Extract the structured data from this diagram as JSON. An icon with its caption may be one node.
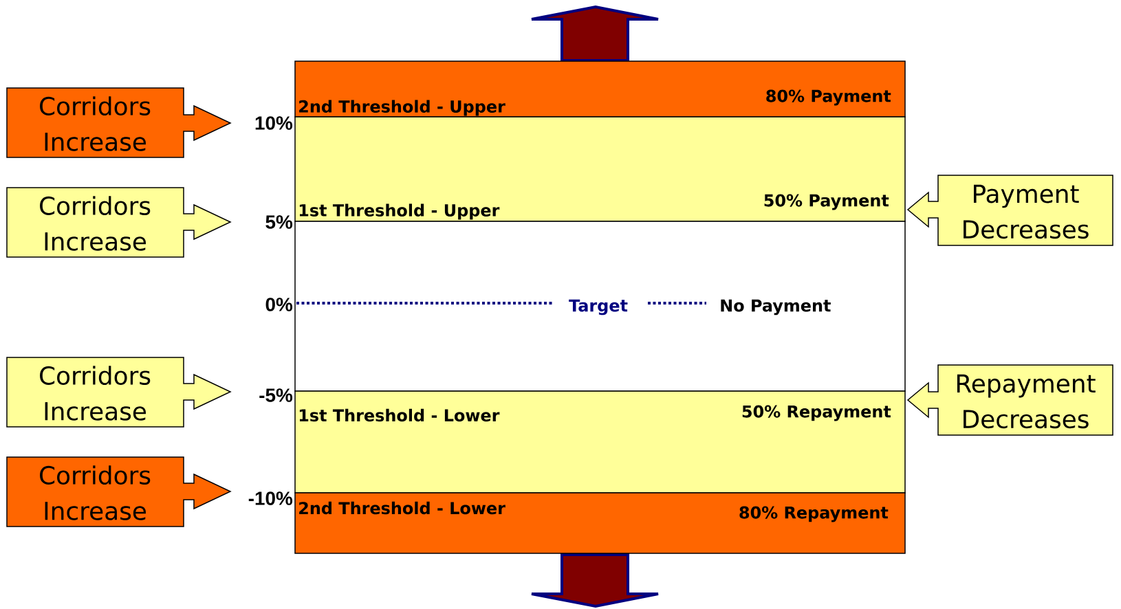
{
  "diagram": {
    "nodes": [
      {
        "text": [
          "2nd Threshold - Upper",
          "80% Payment"
        ]
      },
      {
        "text": [
          "1st Threshold - Upper",
          "50% Payment"
        ]
      },
      {
        "text": [
          "Target",
          "No Payment"
        ]
      },
      {
        "text": [
          "1st Threshold - Lower",
          "50% Repayment"
        ]
      },
      {
        "text": [
          "2nd Threshold - Lower",
          "80% Repayment"
        ]
      },
      {
        "text": [
          "Corridors Increase"
        ]
      },
      {
        "text": [
          "Corridors Increase"
        ]
      },
      {
        "text": [
          "Corridors Increase"
        ]
      },
      {
        "text": [
          "Corridors Increase"
        ]
      },
      {
        "text": [
          "Payment Decreases"
        ]
      },
      {
        "text": [
          "Repayment Decreases"
        ]
      }
    ],
    "labels": [
      "10%",
      "5%",
      "0%",
      "-5%",
      "-10%"
    ]
  }
}
